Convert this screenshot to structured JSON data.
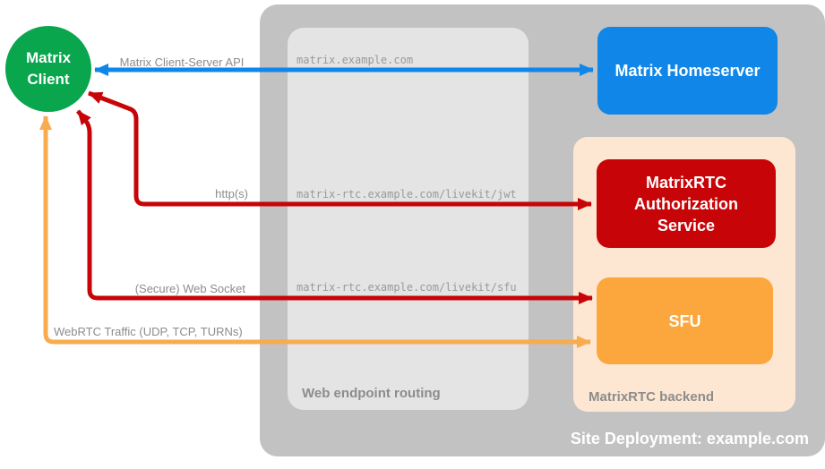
{
  "client": {
    "lines": [
      "Matrix",
      "Client"
    ]
  },
  "homeserver": {
    "label": "Matrix Homeserver"
  },
  "auth_service": {
    "lines": [
      "MatrixRTC",
      "Authorization",
      "Service"
    ]
  },
  "sfu": {
    "label": "SFU"
  },
  "routing": {
    "caption": "Web endpoint routing",
    "endpoints": [
      "matrix.example.com",
      "matrix-rtc.example.com/livekit/jwt",
      "matrix-rtc.example.com/livekit/sfu"
    ]
  },
  "backend": {
    "caption": "MatrixRTC backend"
  },
  "site": {
    "caption": "Site Deployment: example.com"
  },
  "connections": [
    {
      "label": "Matrix Client-Server API",
      "color": "#1086e8",
      "from": "Matrix Client",
      "to": "Matrix Homeserver"
    },
    {
      "label": "http(s)",
      "color": "#c70508",
      "from": "Matrix Client",
      "to": "MatrixRTC Authorization Service"
    },
    {
      "label": "(Secure) Web Socket",
      "color": "#c70508",
      "from": "Matrix Client",
      "to": "SFU"
    },
    {
      "label": "WebRTC Traffic (UDP, TCP, TURNs)",
      "color": "#f8ab4f",
      "from": "Matrix Client",
      "to": "SFU"
    }
  ],
  "colors": {
    "client_green": "#0aa64e",
    "homeserver_blue": "#1086e8",
    "auth_red": "#c70508",
    "sfu_orange": "#fca73d",
    "webrtc_arrow_orange": "#f8ab4f",
    "backend_peach": "#fde7d2",
    "site_gray": "#c2c2c2",
    "routing_gray": "#e4e4e4",
    "label_gray": "#8c8c8c"
  }
}
